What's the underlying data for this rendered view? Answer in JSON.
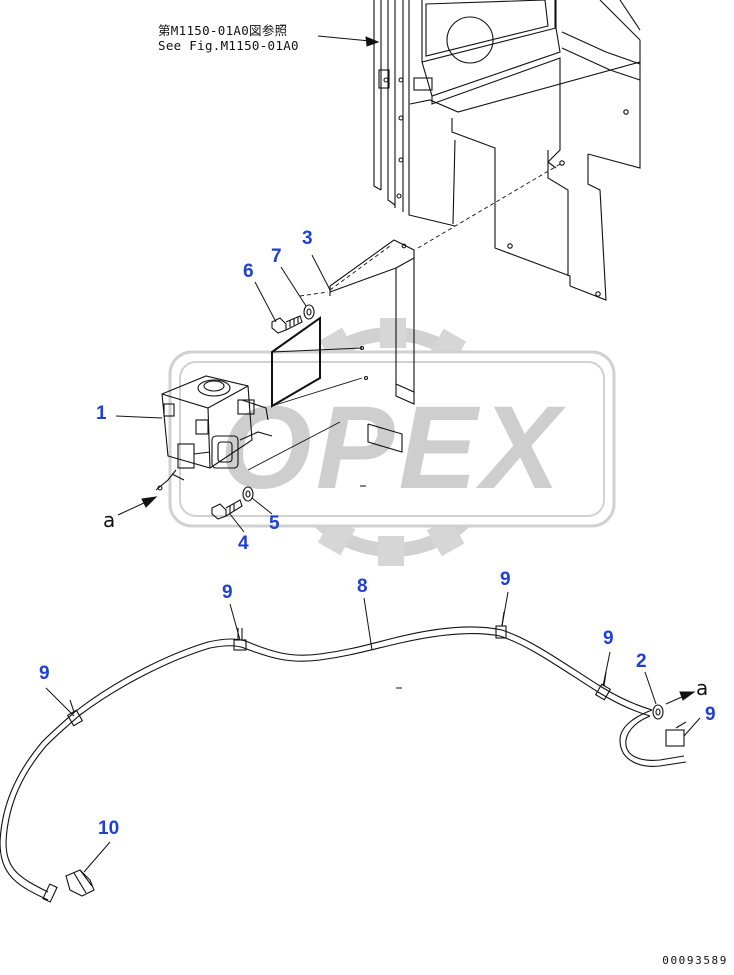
{
  "reference_note": {
    "line1": "第M1150-01A0図参照",
    "line2": "See Fig.M1150-01A0"
  },
  "watermark": {
    "text": "OPEX"
  },
  "callouts": [
    {
      "id": "c1",
      "label": "1"
    },
    {
      "id": "c2",
      "label": "2"
    },
    {
      "id": "c3",
      "label": "3"
    },
    {
      "id": "c4",
      "label": "4"
    },
    {
      "id": "c5",
      "label": "5"
    },
    {
      "id": "c6",
      "label": "6"
    },
    {
      "id": "c7",
      "label": "7"
    },
    {
      "id": "c8",
      "label": "8"
    },
    {
      "id": "c9a",
      "label": "9"
    },
    {
      "id": "c9b",
      "label": "9"
    },
    {
      "id": "c9c",
      "label": "9"
    },
    {
      "id": "c9d",
      "label": "9"
    },
    {
      "id": "c9e",
      "label": "9"
    },
    {
      "id": "c10",
      "label": "10"
    }
  ],
  "connectors": {
    "left": "a",
    "right": "a"
  },
  "doc_number": "00093589",
  "colors": {
    "callout": "#1f3fd6",
    "line": "#111111",
    "watermark": "#c8c8c8"
  }
}
